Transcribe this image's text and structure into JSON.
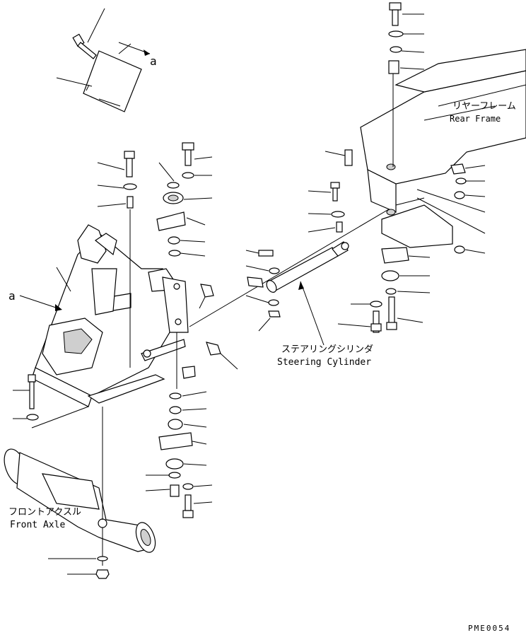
{
  "labels": {
    "rear_frame_jp": "リヤーフレーム",
    "rear_frame_en": "Rear Frame",
    "steering_cylinder_jp": "ステアリングシリンダ",
    "steering_cylinder_en": "Steering Cylinder",
    "front_axle_jp": "フロントアクスル",
    "front_axle_en": "Front Axle",
    "view_a_top": "a",
    "view_a_left": "a",
    "drawing_code": "PME0054"
  }
}
